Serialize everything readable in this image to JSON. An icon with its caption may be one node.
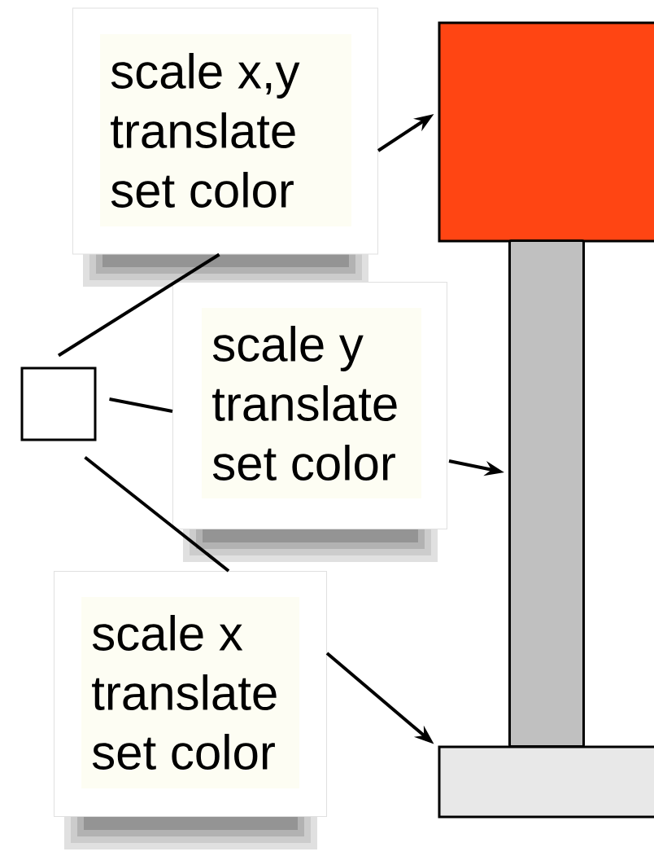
{
  "diagram": {
    "nodes": [
      {
        "text": [],
        "shape": "box"
      },
      {
        "text": [
          "scale x,y",
          "translate",
          "set color"
        ]
      },
      {
        "text": [
          "scale y",
          "translate",
          "set color"
        ]
      },
      {
        "text": [
          "scale x",
          "translate",
          "set color"
        ]
      },
      {
        "text": [],
        "shape": "box"
      },
      {
        "text": [],
        "shape": "bar"
      },
      {
        "text": [],
        "shape": "box"
      }
    ],
    "edges": [
      {
        "from": 0,
        "to": 1,
        "arrow": "none"
      },
      {
        "from": 0,
        "to": 2,
        "arrow": "none"
      },
      {
        "from": 0,
        "to": 3,
        "arrow": "none"
      },
      {
        "from": 1,
        "to": 4,
        "arrow": "to"
      },
      {
        "from": 2,
        "to": 5,
        "arrow": "to"
      },
      {
        "from": 3,
        "to": 6,
        "arrow": "to"
      }
    ]
  }
}
